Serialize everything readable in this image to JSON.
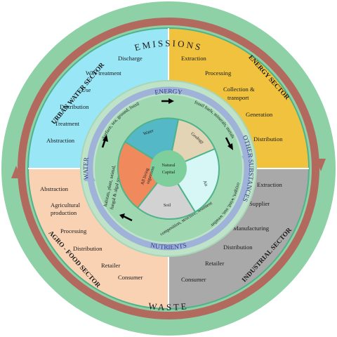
{
  "bands": {
    "top": "EMISSIONS",
    "bottom": "WASTE"
  },
  "sectors": {
    "urban": {
      "title": "URBAN WATER SECTOR",
      "color": "#99e6f7",
      "stages": [
        "Discharge",
        "WW treatment",
        "Use",
        "Distribution",
        "Treatment",
        "Abstraction"
      ]
    },
    "energy": {
      "title": "ENERGY SECTOR",
      "color": "#f0c23d",
      "stages": [
        "Extraction",
        "Processing",
        "Collection &",
        "transport",
        "Generation",
        "Distribution"
      ]
    },
    "agro": {
      "title": "AGRO - FOOD SECTOR",
      "color": "#f9d2b4",
      "stages": [
        "Abstraction",
        "Agricultural",
        "production",
        "Processing",
        "Distribution",
        "Retailer",
        "Consumer"
      ]
    },
    "industrial": {
      "title": "INDUSTRIAL SECTOR",
      "color": "#a9a9a9",
      "stages": [
        "Extraction",
        "Supplier",
        "Manufacturing",
        "Distribution",
        "Retailer",
        "Consumer"
      ]
    }
  },
  "ring": {
    "energy": "ENERGY",
    "other": "OTHER SUBSTANCES",
    "nutrients": "NUTRIENTS",
    "water": "WATER",
    "energy_sources": "Surface, sea, ground, fossil",
    "other_sources": "fossil fuels, minerals, metals",
    "other_detail": "oxygen, wind, sun, weather",
    "nutrient_detail": "composition, structure, sediment",
    "water_detail_1": "habitats, plant, animal,",
    "water_detail_2": "fungal & algal species"
  },
  "core": {
    "center_1": "Natural",
    "center_2": "Capital",
    "water": "Water",
    "geology": "Geology",
    "air": "Air",
    "soil": "Soil",
    "living_1": "All living",
    "living_2": "organisms"
  },
  "colors": {
    "outer_ring": "#8fd1a6",
    "band": "#b36a5e",
    "inner_ring": "#bfe3c9",
    "arrow_band": "#9fb3d9",
    "core_ring": "#4fb38a",
    "water": "#55b8c6",
    "geology": "#e2d4b4",
    "air": "#d6f7f5",
    "soil": "#d2d2d2",
    "organisms": "#f08a5d",
    "center": "#7fcf9c"
  }
}
